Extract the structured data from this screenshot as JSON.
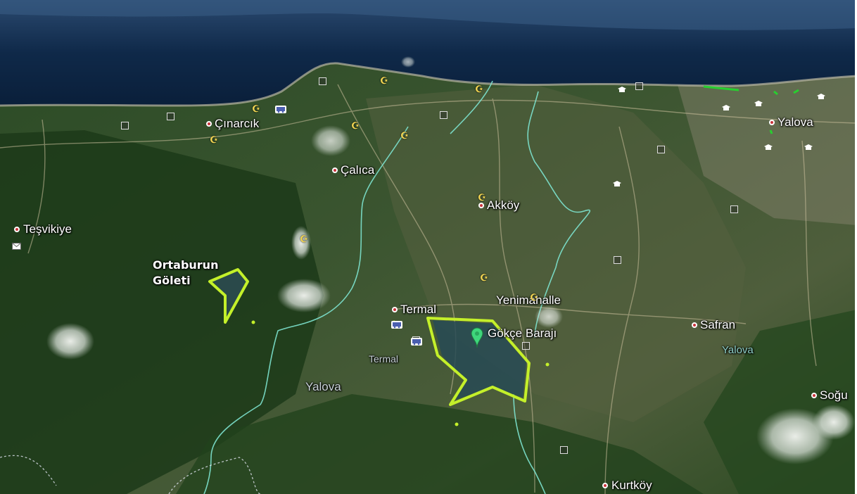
{
  "map": {
    "type": "satellite",
    "colors": {
      "sea": "#0e2a4a",
      "forest": "#1f3d1e",
      "admin_boundary": "#7de3cf",
      "highlight_polygon": "#c4f02a",
      "place_dot": "#c9323a",
      "pin": "#3fd67c",
      "label_text": "#ffffff",
      "area_text": "#c9d3d8"
    },
    "places": [
      {
        "name": "Çınarcık",
        "id": "cinarcik"
      },
      {
        "name": "Çalıca",
        "id": "calica"
      },
      {
        "name": "Akköy",
        "id": "akkoy"
      },
      {
        "name": "Teşvikiye",
        "id": "tesvikiye"
      },
      {
        "name": "Yalova",
        "id": "yalova-city"
      },
      {
        "name": "Termal",
        "id": "termal"
      },
      {
        "name": "Yenimahalle",
        "id": "yenimahalle"
      },
      {
        "name": "Gökçe Barajı",
        "id": "gokce-baraji"
      },
      {
        "name": "Safran",
        "id": "safran"
      },
      {
        "name": "Soğu",
        "id": "sogu"
      },
      {
        "name": "Kurtköy",
        "id": "kurtkoy"
      }
    ],
    "area_labels": {
      "yalova_province": "Yalova",
      "termal_district": "Termal",
      "yalova_district": "Yalova"
    },
    "annotation": {
      "line1": "Ortaburun",
      "line2": "Göleti"
    },
    "icons": {
      "mosque": "mosque-icon",
      "school": "school-icon",
      "landmark": "landmark-square-icon",
      "transit": "tram-icon",
      "post": "mail-icon",
      "placemark": "placemark-pin-icon"
    }
  }
}
